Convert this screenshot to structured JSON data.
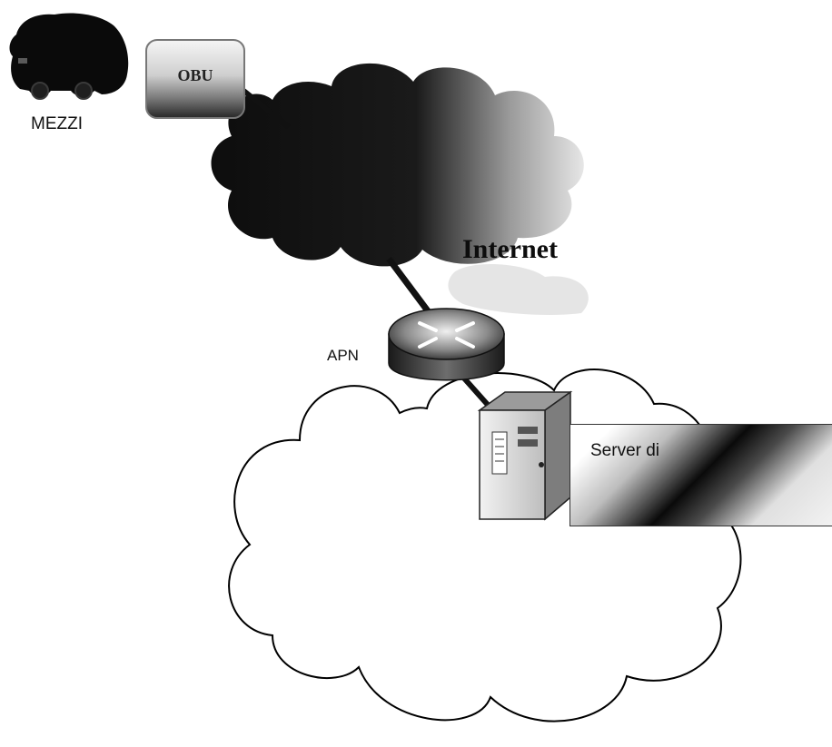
{
  "labels": {
    "mezzi": "MEZZI",
    "obu": "OBU",
    "internet": "Internet",
    "apn": "APN",
    "server": "Server di"
  },
  "icons": {
    "vehicle": "vehicle-icon",
    "router": "router-icon",
    "server": "server-tower-icon"
  },
  "colors": {
    "background": "#ffffff",
    "internet_cloud": "#111111",
    "lan_cloud_stroke": "#000000",
    "connection_line": "#111111"
  }
}
